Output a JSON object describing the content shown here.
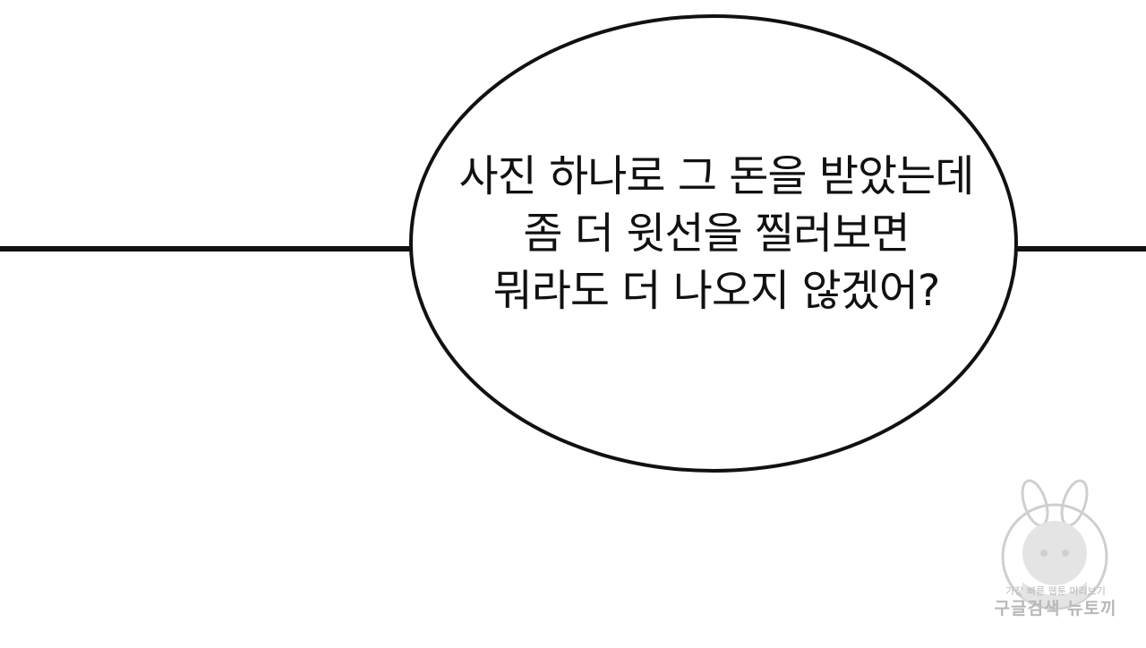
{
  "speech_bubble": {
    "lines": [
      "사진 하나로 그 돈을 받았는데",
      "좀 더 윗선을 찔러보면",
      "뭐라도 더 나오지 않겠어?"
    ]
  },
  "watermark": {
    "line1": "가장 빠른 웹툰 미리보기",
    "line2": "구글검색 뉴토끼"
  },
  "colors": {
    "background": "#ffffff",
    "ink": "#111111",
    "watermark": "#b8b8b8"
  }
}
